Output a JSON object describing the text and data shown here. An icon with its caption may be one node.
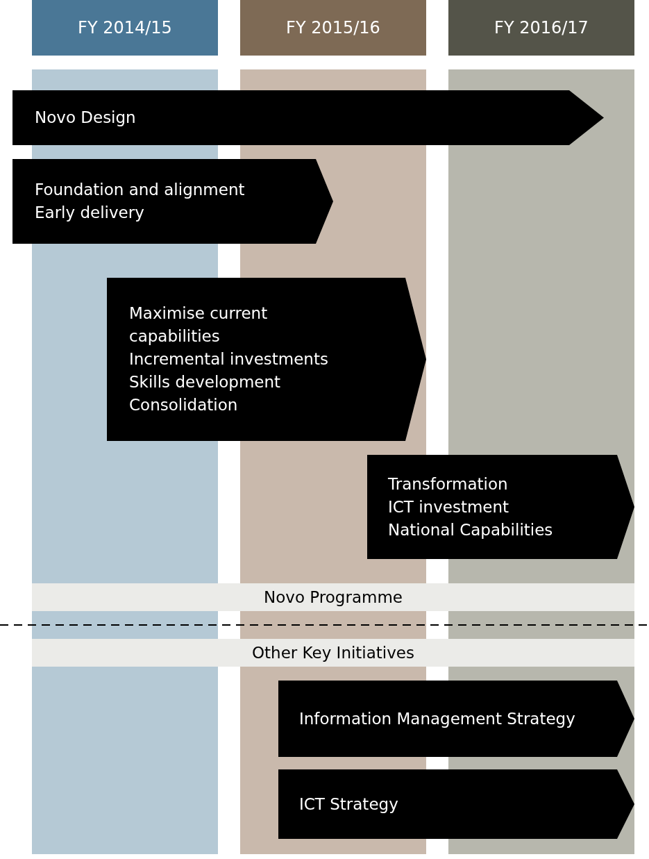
{
  "diagram": {
    "nodes": [
      {
        "text": [
          "FY 2014/15"
        ]
      },
      {
        "text": [
          "FY 2015/16"
        ]
      },
      {
        "text": [
          "FY 2016/17"
        ]
      },
      {
        "text": [
          "Novo Design"
        ]
      },
      {
        "text": [
          "Foundation and alignment",
          "Early delivery"
        ]
      },
      {
        "text": [
          "Maximise current capabilities",
          "Incremental investments",
          "Skills development",
          "Consolidation"
        ]
      },
      {
        "text": [
          "Transformation",
          "ICT investment",
          "National Capabilities"
        ]
      },
      {
        "text": [
          "Novo Programme"
        ]
      },
      {
        "text": [
          "Other Key Initiatives"
        ]
      },
      {
        "text": [
          "Information Management Strategy"
        ]
      },
      {
        "text": [
          "ICT Strategy"
        ]
      }
    ],
    "edges": []
  }
}
